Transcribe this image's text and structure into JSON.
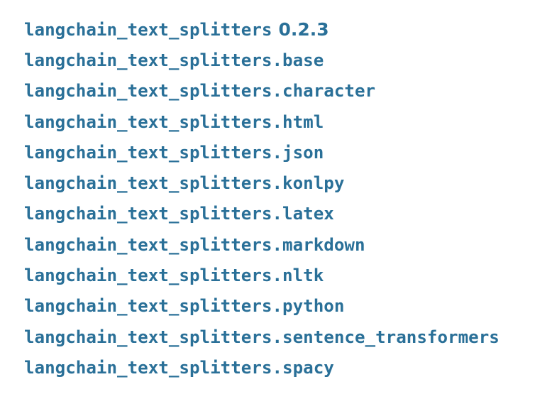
{
  "toc": {
    "header": {
      "module": "langchain_text_splitters",
      "version": "0.2.3"
    },
    "items": [
      {
        "label": "langchain_text_splitters.base"
      },
      {
        "label": "langchain_text_splitters.character"
      },
      {
        "label": "langchain_text_splitters.html"
      },
      {
        "label": "langchain_text_splitters.json"
      },
      {
        "label": "langchain_text_splitters.konlpy"
      },
      {
        "label": "langchain_text_splitters.latex"
      },
      {
        "label": "langchain_text_splitters.markdown"
      },
      {
        "label": "langchain_text_splitters.nltk"
      },
      {
        "label": "langchain_text_splitters.python"
      },
      {
        "label": "langchain_text_splitters.sentence_transformers"
      },
      {
        "label": "langchain_text_splitters.spacy"
      }
    ]
  },
  "colors": {
    "link": "#2a7098",
    "background": "#ffffff"
  }
}
